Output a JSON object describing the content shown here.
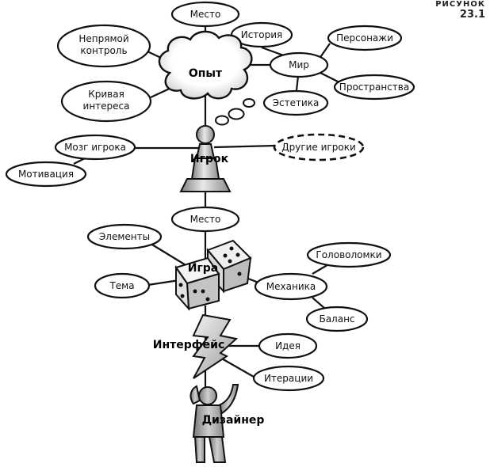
{
  "figure": {
    "caption_word": "РИСУНОК",
    "caption_number": "23.1"
  },
  "center": {
    "experience": "Опыт",
    "player": "Игрок",
    "game": "Игра",
    "interface": "Интерфейс",
    "designer": "Дизайнер"
  },
  "nodes": {
    "place_top": "Место",
    "indirect_control_1": "Непрямой",
    "indirect_control_2": "контроль",
    "story": "История",
    "characters": "Персонажи",
    "world": "Мир",
    "spaces": "Пространства",
    "interest_curve_1": "Кривая",
    "interest_curve_2": "интереса",
    "aesthetics": "Эстетика",
    "player_mind": "Мозг игрока",
    "other_players": "Другие игроки",
    "motivation": "Мотивация",
    "place_mid": "Место",
    "elements": "Элементы",
    "puzzles": "Головоломки",
    "theme": "Тема",
    "mechanics": "Механика",
    "balance": "Баланс",
    "idea": "Идея",
    "iterations": "Итерации"
  },
  "colors": {
    "outline": "#111111",
    "shade_light": "#e6e6e6",
    "shade_mid": "#bdbdbd",
    "shade_dark": "#8a8a8a"
  }
}
